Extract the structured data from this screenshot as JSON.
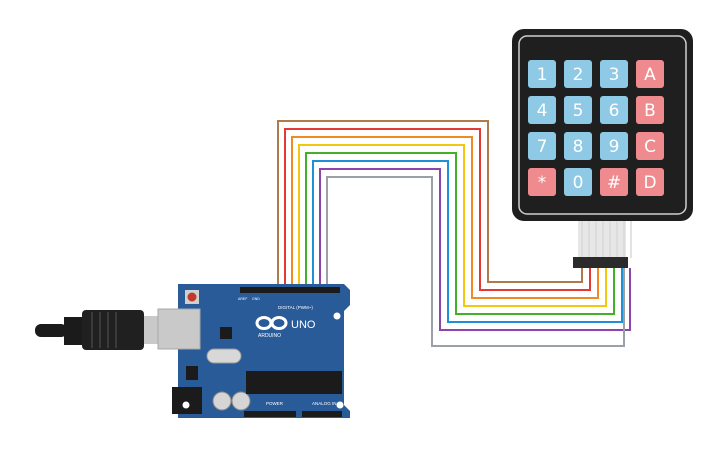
{
  "keypad": {
    "keys": [
      {
        "label": "1",
        "color": "#8ec9e6"
      },
      {
        "label": "2",
        "color": "#8ec9e6"
      },
      {
        "label": "3",
        "color": "#8ec9e6"
      },
      {
        "label": "A",
        "color": "#ef8a8f"
      },
      {
        "label": "4",
        "color": "#8ec9e6"
      },
      {
        "label": "5",
        "color": "#8ec9e6"
      },
      {
        "label": "6",
        "color": "#8ec9e6"
      },
      {
        "label": "B",
        "color": "#ef8a8f"
      },
      {
        "label": "7",
        "color": "#8ec9e6"
      },
      {
        "label": "8",
        "color": "#8ec9e6"
      },
      {
        "label": "9",
        "color": "#8ec9e6"
      },
      {
        "label": "C",
        "color": "#ef8a8f"
      },
      {
        "label": "*",
        "color": "#ef8a8f"
      },
      {
        "label": "0",
        "color": "#8ec9e6"
      },
      {
        "label": "#",
        "color": "#ef8a8f"
      },
      {
        "label": "D",
        "color": "#ef8a8f"
      }
    ],
    "body_color": "#1f1f1f"
  },
  "board": {
    "logo_text": "UNO",
    "brand_text": "ARDUINO",
    "digital_label": "DIGITAL (PWM~)",
    "power_label": "POWER",
    "analog_label": "ANALOG IN",
    "aref_label": "AREF",
    "gnd_label": "GND",
    "color": "#2a5b99"
  },
  "wires": {
    "colors": [
      "#b07a4a",
      "#e53935",
      "#f08a24",
      "#f2c80f",
      "#43b02a",
      "#1e90d6",
      "#8e44ad",
      "#9aa0a6"
    ]
  }
}
